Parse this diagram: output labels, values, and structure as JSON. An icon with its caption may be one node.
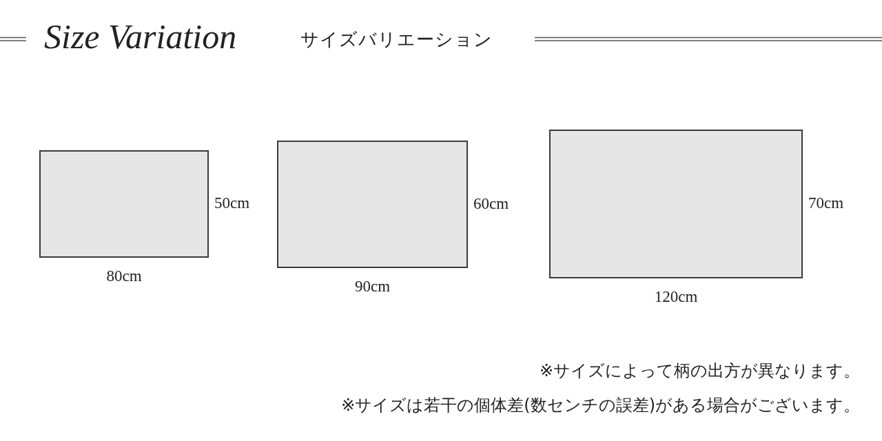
{
  "diagram": {
    "title": "Size Variation",
    "nodes": [
      {
        "text": [],
        "shape": "box",
        "beside": [
          "50cm",
          "80cm"
        ]
      },
      {
        "text": [],
        "shape": "box",
        "beside": [
          "60cm",
          "90cm"
        ]
      },
      {
        "text": [],
        "shape": "box",
        "beside": [
          "70cm",
          "120cm"
        ]
      }
    ],
    "labels": [
      "サイズバリエーション",
      "※サイズによって柄の出方が異なります。",
      "※サイズは若干の個体差(数センチの誤差)がある場合がございます。"
    ]
  }
}
